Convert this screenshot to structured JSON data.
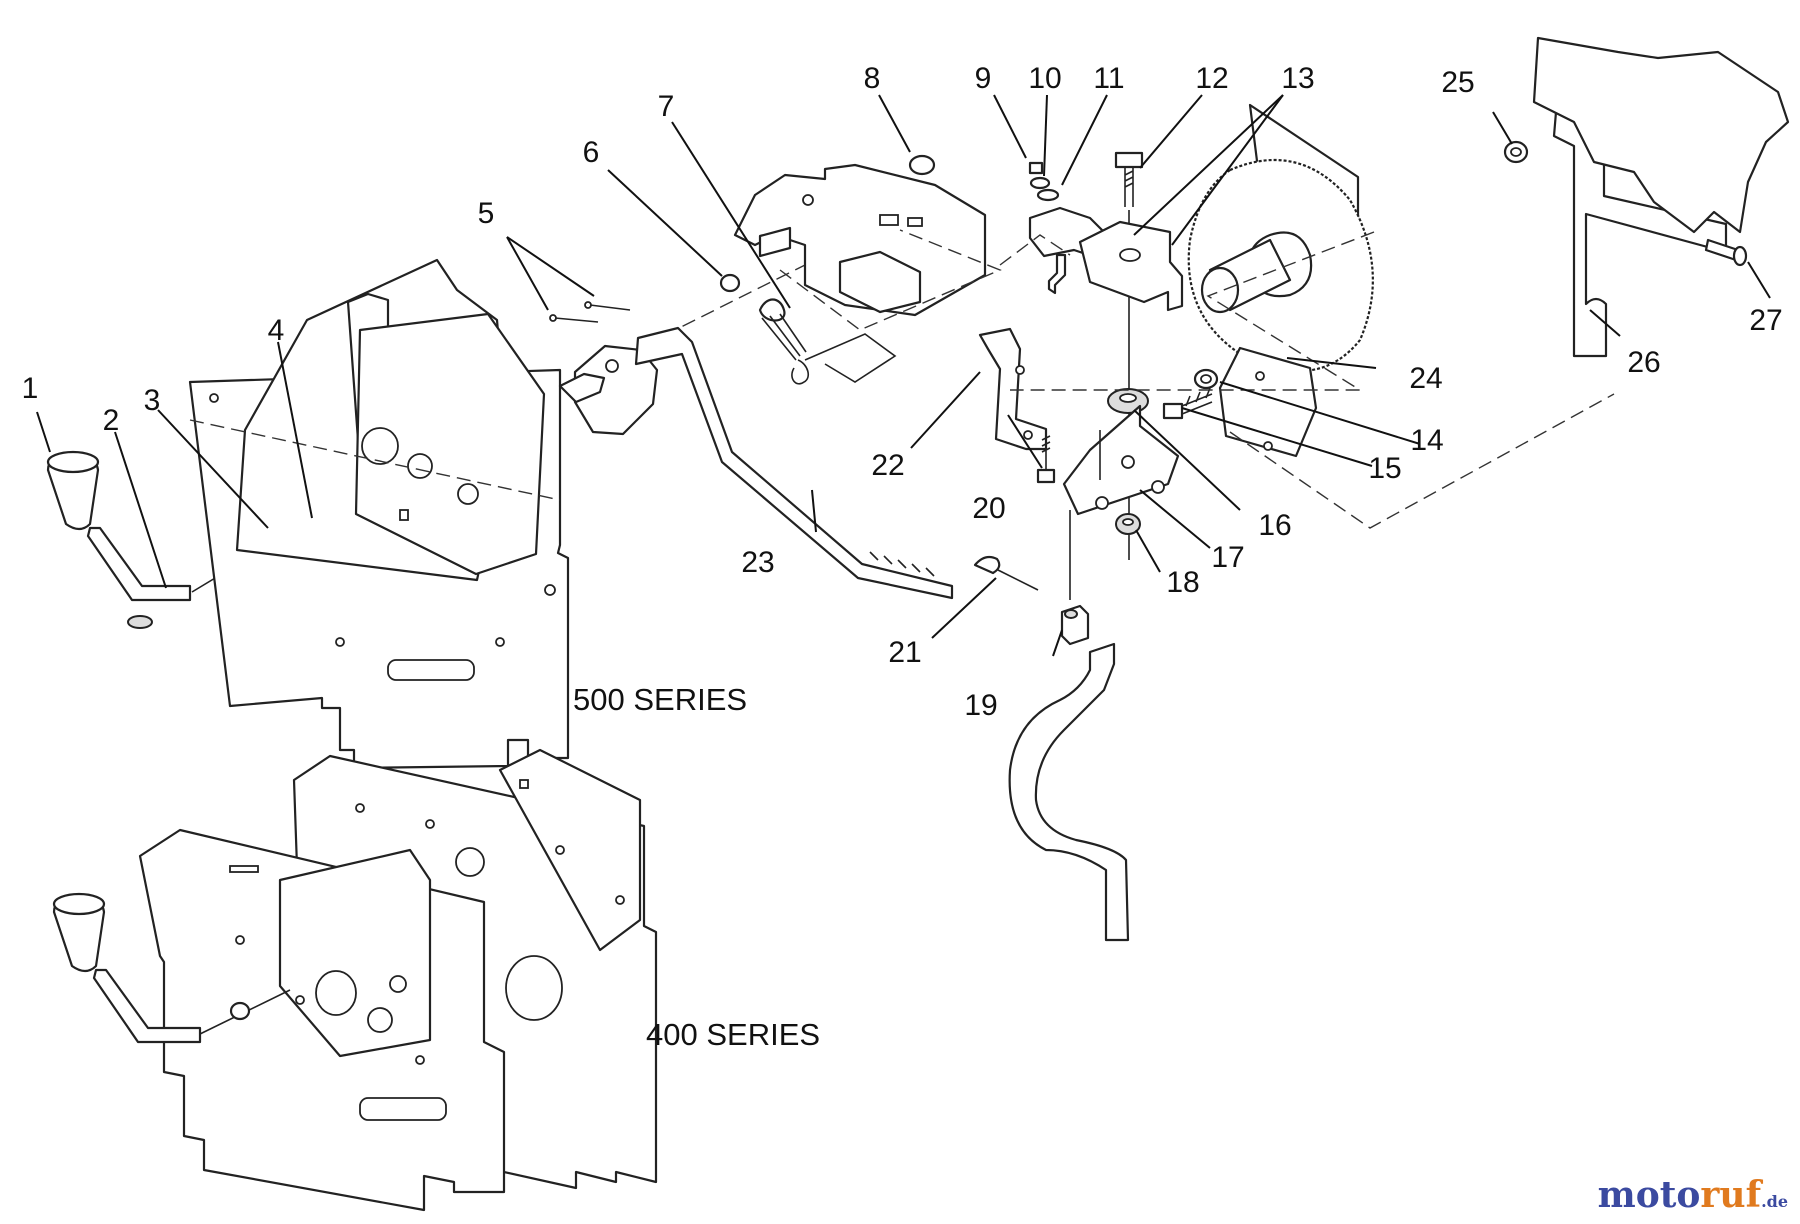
{
  "callouts": {
    "c1": "1",
    "c2": "2",
    "c3": "3",
    "c4": "4",
    "c5": "5",
    "c6": "6",
    "c7": "7",
    "c8": "8",
    "c9": "9",
    "c10": "10",
    "c11": "11",
    "c12": "12",
    "c13": "13",
    "c14": "14",
    "c15": "15",
    "c16": "16",
    "c17": "17",
    "c18": "18",
    "c19": "19",
    "c20": "20",
    "c21": "21",
    "c22": "22",
    "c23": "23",
    "c24": "24",
    "c25": "25",
    "c26": "26",
    "c27": "27"
  },
  "labels": {
    "series_500": "500 SERIES",
    "series_400": "400 SERIES"
  },
  "watermark": {
    "part_a": "moto",
    "part_b": "ruf",
    "part_c": ".de"
  },
  "colors": {
    "line": "#222222",
    "watermark_blue": "#3b4aa0",
    "watermark_orange": "#e07a1e"
  }
}
